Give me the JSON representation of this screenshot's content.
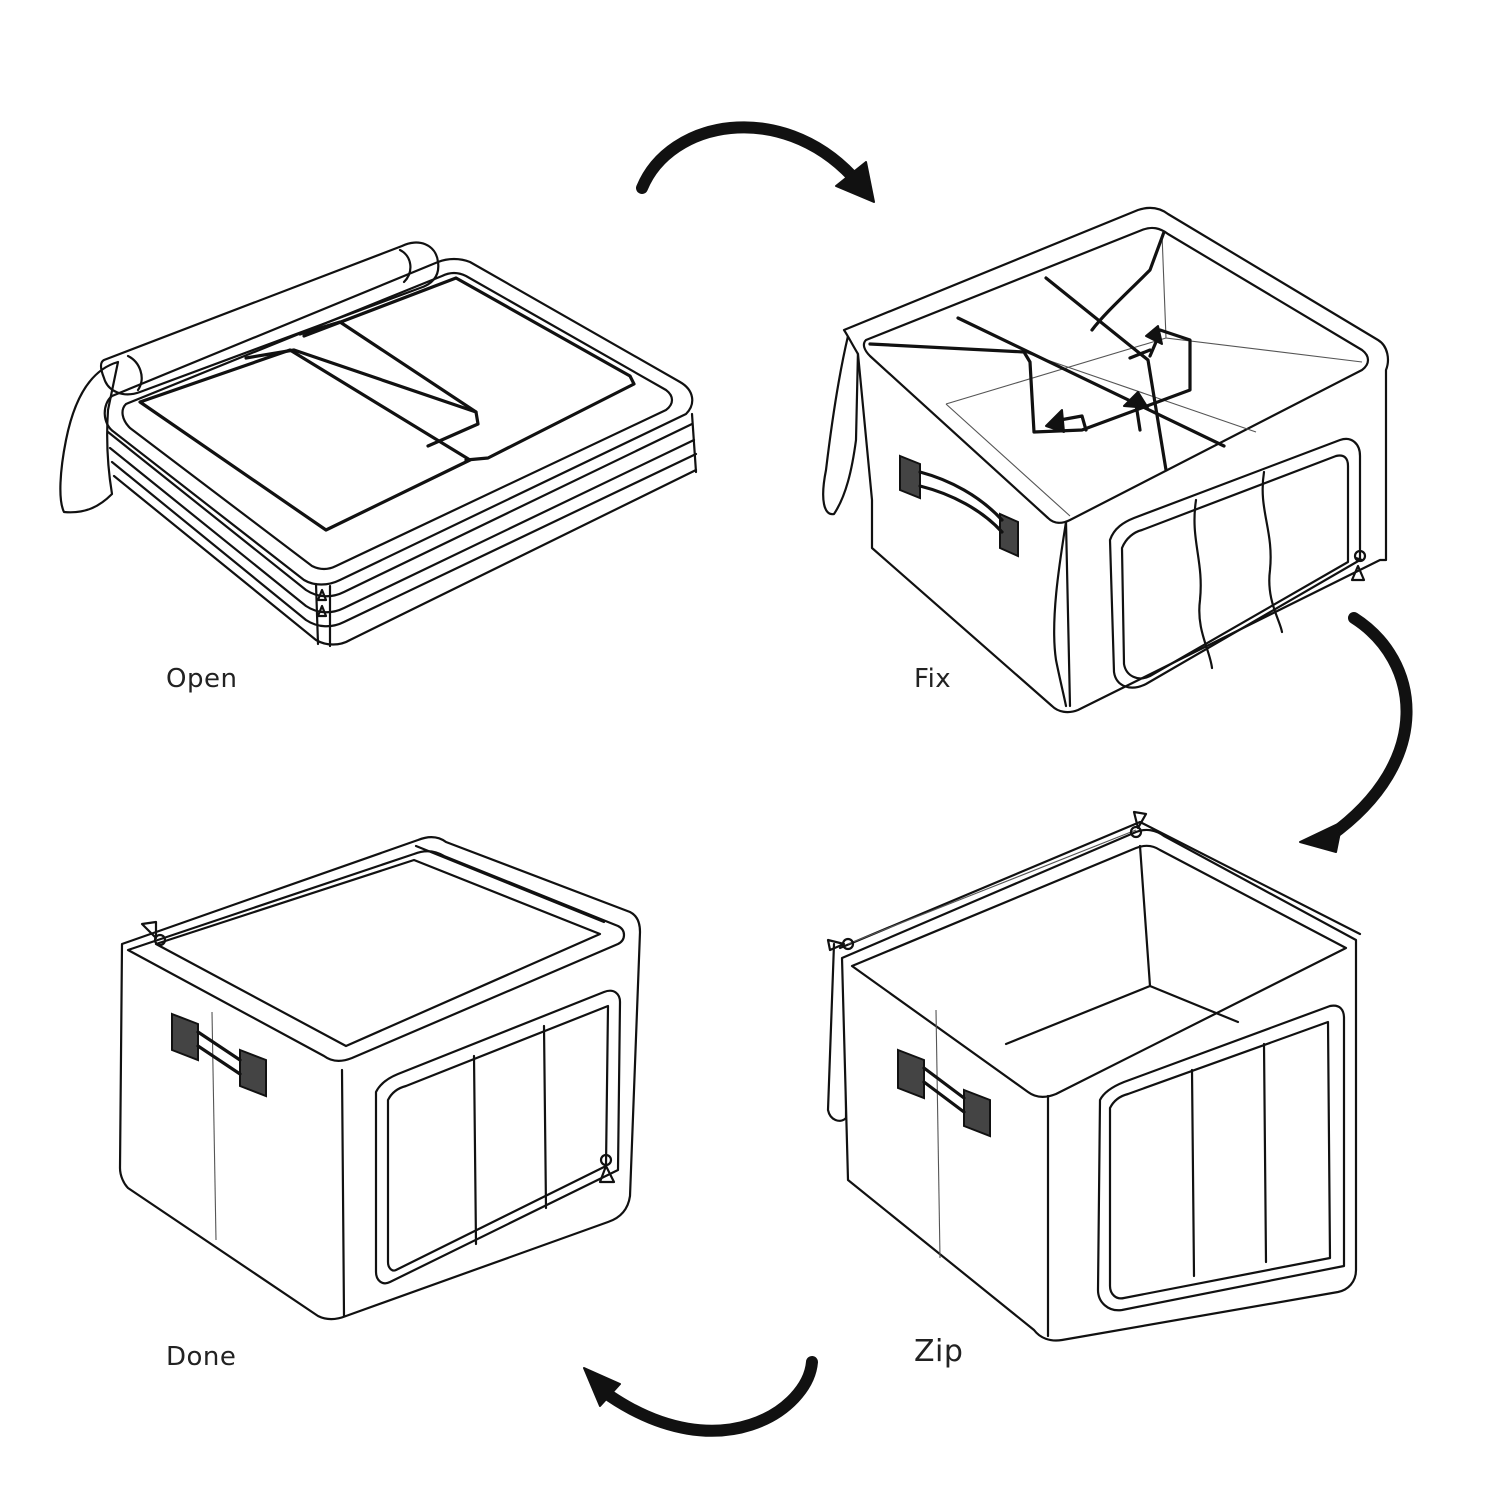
{
  "steps": [
    {
      "id": "open",
      "label": "Open"
    },
    {
      "id": "fix",
      "label": "Fix"
    },
    {
      "id": "zip",
      "label": "Zip"
    },
    {
      "id": "done",
      "label": "Done"
    }
  ],
  "colors": {
    "line": "#111111",
    "background": "#ffffff",
    "label": "#222222"
  }
}
